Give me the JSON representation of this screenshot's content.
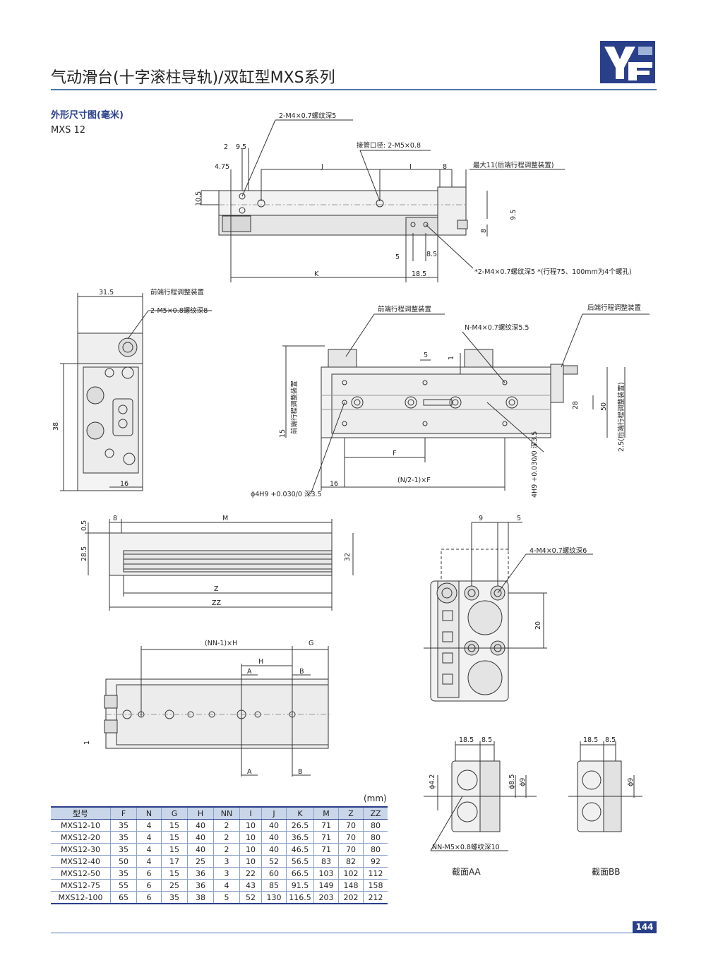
{
  "header": {
    "title": "气动滑台(十字滚柱导轨)/双缸型MXS系列",
    "logo_text": "YF",
    "accent": "#2a3f8a"
  },
  "section": {
    "title": "外形尺寸图(毫米)",
    "model": "MXS 12"
  },
  "top_view": {
    "labels": [
      "2-M4×0.7螺纹深5",
      "2",
      "9.5",
      "4.75",
      "J",
      "接管口径: 2-M5×0.8",
      "I",
      "8",
      "最大11(后端行程调整装置)",
      "10.5",
      "9.5",
      "8",
      "5",
      "8.5",
      "K",
      "18.5",
      "*2-M4×0.7螺纹深5 *(行程75、100mm为4个螺孔)"
    ]
  },
  "end_view": {
    "labels": [
      "31.5",
      "前端行程调整装置",
      "2-M5×0.8螺纹深8",
      "38",
      "16"
    ]
  },
  "mid_view": {
    "labels": [
      "前端行程调整装置",
      "后端行程调整装置",
      "N-M4×0.7螺纹深5.5",
      "5",
      "1",
      "28",
      "50",
      "15",
      "前端行程调整装置",
      "2.5(后端行程调整装置)",
      "F",
      "(N/2-1)×F",
      "16",
      "ϕ4H9 +0.030/0 深3.5",
      "4H9 +0.030/0 深3.5"
    ]
  },
  "side_view": {
    "labels": [
      "8",
      "M",
      "0.5",
      "28.5",
      "32",
      "Z",
      "ZZ"
    ]
  },
  "bottom_view": {
    "labels": [
      "(NN-1)×H",
      "G",
      "H",
      "A",
      "B",
      "A",
      "B",
      "1"
    ]
  },
  "end_view2": {
    "labels": [
      "9",
      "5",
      "4-M4×0.7螺纹深6",
      "20"
    ]
  },
  "sections": {
    "aa": {
      "labels": [
        "18.5",
        "8.5",
        "ϕ4.2",
        "ϕ8.5",
        "ϕ9",
        "NN-M5×0.8螺纹深10"
      ],
      "caption": "截面AA"
    },
    "bb": {
      "labels": [
        "18.5",
        "8.5",
        "ϕ9"
      ],
      "caption": "截面BB"
    }
  },
  "table": {
    "unit": "(mm)",
    "headers": [
      "型号",
      "F",
      "N",
      "G",
      "H",
      "NN",
      "I",
      "J",
      "K",
      "M",
      "Z",
      "ZZ"
    ],
    "rows": [
      [
        "MXS12-10",
        "35",
        "4",
        "15",
        "40",
        "2",
        "10",
        "40",
        "26.5",
        "71",
        "70",
        "80"
      ],
      [
        "MXS12-20",
        "35",
        "4",
        "15",
        "40",
        "2",
        "10",
        "40",
        "36.5",
        "71",
        "70",
        "80"
      ],
      [
        "MXS12-30",
        "35",
        "4",
        "15",
        "40",
        "2",
        "10",
        "40",
        "46.5",
        "71",
        "70",
        "80"
      ],
      [
        "MXS12-40",
        "50",
        "4",
        "17",
        "25",
        "3",
        "10",
        "52",
        "56.5",
        "83",
        "82",
        "92"
      ],
      [
        "MXS12-50",
        "35",
        "6",
        "15",
        "36",
        "3",
        "22",
        "60",
        "66.5",
        "103",
        "102",
        "112"
      ],
      [
        "MXS12-75",
        "55",
        "6",
        "25",
        "36",
        "4",
        "43",
        "85",
        "91.5",
        "149",
        "148",
        "158"
      ],
      [
        "MXS12-100",
        "65",
        "6",
        "35",
        "38",
        "5",
        "52",
        "130",
        "116.5",
        "203",
        "202",
        "212"
      ]
    ]
  },
  "footer": {
    "page": "144"
  }
}
